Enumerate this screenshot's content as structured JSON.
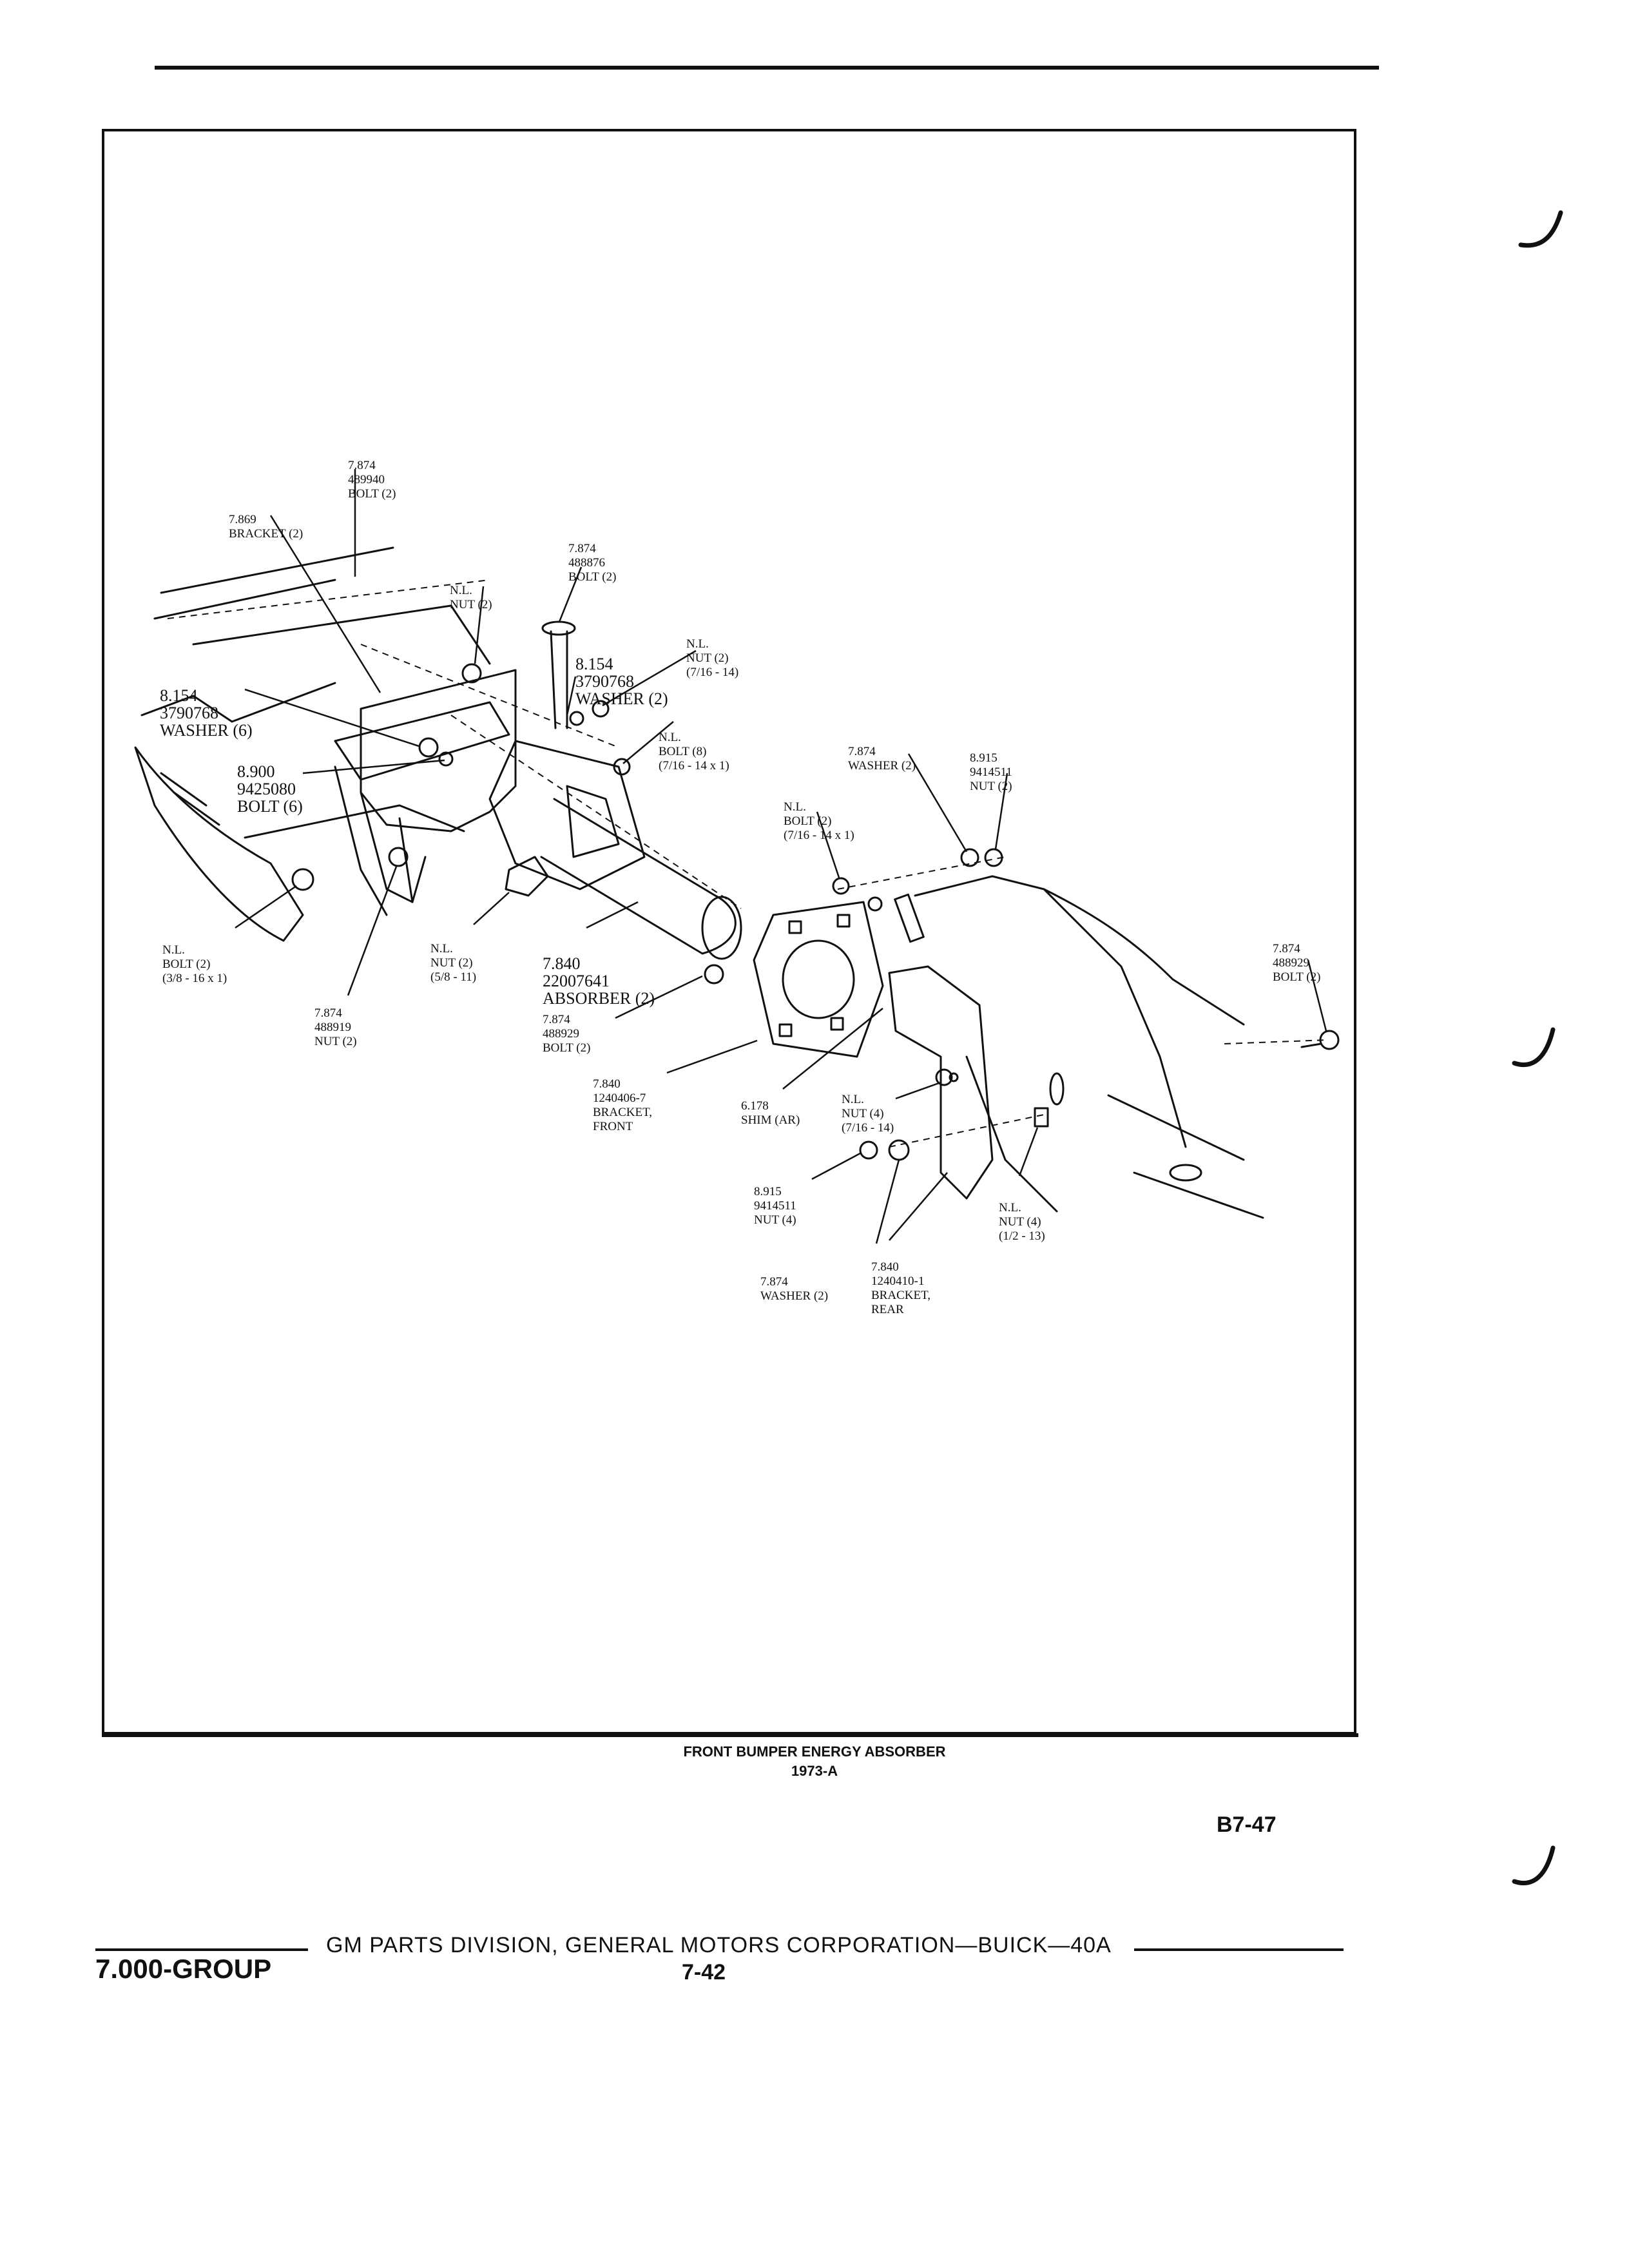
{
  "diagram": {
    "caption_title": "FRONT BUMPER ENERGY ABSORBER",
    "caption_year": "1973-A",
    "labels": [
      {
        "id": "bolt-489940",
        "lines": [
          "7.874",
          "489940",
          "BOLT (2)"
        ]
      },
      {
        "id": "bracket-7869",
        "lines": [
          "7.869",
          "BRACKET (2)"
        ]
      },
      {
        "id": "bolt-488876",
        "lines": [
          "7.874",
          "488876",
          "BOLT (2)"
        ]
      },
      {
        "id": "nut-nl-top",
        "lines": [
          "N.L.",
          "NUT (2)"
        ]
      },
      {
        "id": "washer-3790768-2",
        "lines": [
          "8.154",
          "3790768",
          "WASHER (2)"
        ]
      },
      {
        "id": "nut-nl-716",
        "lines": [
          "N.L.",
          "NUT (2)",
          "(7/16 - 14)"
        ]
      },
      {
        "id": "washer-3790768-6",
        "lines": [
          "8.154",
          "3790768",
          "WASHER (6)"
        ]
      },
      {
        "id": "bolt-9425080",
        "lines": [
          "8.900",
          "9425080",
          "BOLT (6)"
        ]
      },
      {
        "id": "bolt-nl-8",
        "lines": [
          "N.L.",
          "BOLT (8)",
          "(7/16 - 14 x 1)"
        ]
      },
      {
        "id": "washer-7874",
        "lines": [
          "7.874",
          "WASHER (2)"
        ]
      },
      {
        "id": "nut-9414511-2",
        "lines": [
          "8.915",
          "9414511",
          "NUT (2)"
        ]
      },
      {
        "id": "bolt-nl-2",
        "lines": [
          "N.L.",
          "BOLT (2)",
          "(7/16 - 14 x 1)"
        ]
      },
      {
        "id": "bolt-nl-38",
        "lines": [
          "N.L.",
          "BOLT (2)",
          "(3/8 - 16 x 1)"
        ]
      },
      {
        "id": "nut-nl-58",
        "lines": [
          "N.L.",
          "NUT (2)",
          "(5/8 - 11)"
        ]
      },
      {
        "id": "absorber-22007641",
        "lines": [
          "7.840",
          "22007641",
          "ABSORBER (2)"
        ]
      },
      {
        "id": "nut-488919",
        "lines": [
          "7.874",
          "488919",
          "NUT (2)"
        ]
      },
      {
        "id": "bolt-488929-left",
        "lines": [
          "7.874",
          "488929",
          "BOLT (2)"
        ]
      },
      {
        "id": "bolt-488929-right",
        "lines": [
          "7.874",
          "488929",
          "BOLT (2)"
        ]
      },
      {
        "id": "bracket-front",
        "lines": [
          "7.840",
          "1240406-7",
          "BRACKET,",
          "FRONT"
        ]
      },
      {
        "id": "shim-6178",
        "lines": [
          "6.178",
          "SHIM (AR)"
        ]
      },
      {
        "id": "nut-nl-4-716",
        "lines": [
          "N.L.",
          "NUT (4)",
          "(7/16 - 14)"
        ]
      },
      {
        "id": "nut-9414511-4",
        "lines": [
          "8.915",
          "9414511",
          "NUT (4)"
        ]
      },
      {
        "id": "nut-nl-4-12",
        "lines": [
          "N.L.",
          "NUT (4)",
          "(1/2 - 13)"
        ]
      },
      {
        "id": "bracket-rear",
        "lines": [
          "7.840",
          "1240410-1",
          "BRACKET,",
          "REAR"
        ]
      },
      {
        "id": "washer-7874-b",
        "lines": [
          "7.874",
          "WASHER (2)"
        ]
      }
    ]
  },
  "page_id": "B7-47",
  "footer": {
    "group": "7.000-GROUP",
    "publisher": "GM PARTS DIVISION, GENERAL MOTORS CORPORATION—BUICK—40A",
    "page_number": "7-42"
  }
}
